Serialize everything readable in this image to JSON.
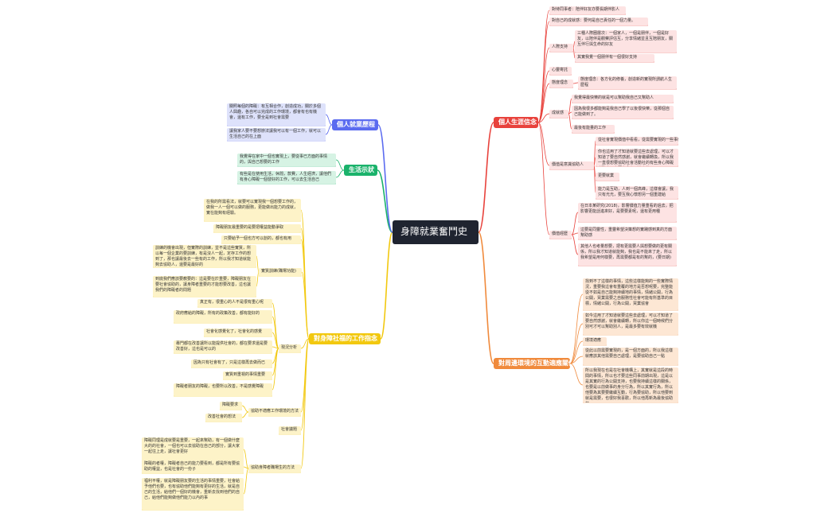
{
  "center": "身障就業奮鬥史",
  "branches": [
    {
      "label": "個人生涯信念",
      "color": "#e8423c"
    },
    {
      "label": "對周邊環境的互動適應關係",
      "color": "#f08a3c"
    },
    {
      "label": "對身障社福的工作指念",
      "color": "#f2c80f"
    },
    {
      "label": "生活示狀",
      "color": "#1ab26b"
    },
    {
      "label": "個人就業歷程",
      "color": "#5b6bf0"
    }
  ],
  "nodes": [
    {
      "id": "r1",
      "branch": 0,
      "text": "對待同事者：陪伴好友亦要長期伴影人"
    },
    {
      "id": "r2",
      "branch": 0,
      "text": "對自己的成就感：要何是自己責任的一個力量。"
    },
    {
      "id": "r3",
      "branch": 0,
      "text": "人際支持"
    },
    {
      "id": "r3a",
      "branch": 0,
      "text": "三種人際圈層次：一個家人，一個是朋伴，一個是好友，以陪伴是觀察評估互，分享情緒並且互陪朋友，關互伴行與生命的好友"
    },
    {
      "id": "r3b",
      "branch": 0,
      "text": "其實我覺一個朋伴有一個很好支持"
    },
    {
      "id": "r4",
      "branch": 0,
      "text": "心靈寄託"
    },
    {
      "id": "r5",
      "branch": 0,
      "text": "態度理念"
    },
    {
      "id": "r5a",
      "branch": 0,
      "text": "態度理念：各方化的修養，創造新的實現所謂航人生歷程"
    },
    {
      "id": "r6",
      "branch": 0,
      "text": "成就感"
    },
    {
      "id": "r6a",
      "branch": 0,
      "text": "我覺得最快樂的就是可以幫助我自己又幫助人"
    },
    {
      "id": "r6b",
      "branch": 0,
      "text": "因為我很多都能夠是我自己學了以後很快樂，從那個自己能做到了。"
    },
    {
      "id": "r6c",
      "branch": 0,
      "text": "最後有能量的工作"
    },
    {
      "id": "r7",
      "branch": 0,
      "text": "價值是意識協助人"
    },
    {
      "id": "r7a",
      "branch": 0,
      "text": "從社會實現價值中看看，從需要實現的一些事情"
    },
    {
      "id": "r7b",
      "branch": 0,
      "text": "你也這用了才知道就要這些去處理，可以才知道了要自然感謝，就會繼續轉換，所以我一直很想要協助社會活動社的有些身心障礙者助人，也願意拿有到的實的"
    },
    {
      "id": "r7c",
      "branch": 0,
      "text": "更要就業"
    },
    {
      "id": "r7d",
      "branch": 0,
      "text": "能力是互助，人到一個高峰，這樣會讓，我只有光光，要互我心懷想另一個重建給"
    },
    {
      "id": "r8",
      "branch": 0,
      "text": "價值經歷"
    },
    {
      "id": "r8a",
      "branch": 0,
      "text": "在日本某研究(2018)，影響價值力量重看的過去，把影響更能話進來好，是要要素呢，還有更用種"
    },
    {
      "id": "r8b",
      "branch": 0,
      "text": "這要是同靈性，重靈希望決策想的實踐感到真的方面幫助感"
    },
    {
      "id": "r8c",
      "branch": 0,
      "text": "其他人也考量想要，把有更需要人與想要做的更有關係，所以我才知道就能夠，我也是不能來了走，所以我希望是用何樣要，再需要都是有的幫的，(要日期)"
    },
    {
      "id": "o1",
      "branch": 1,
      "text": "找到不了這樣的事情，這些這樣能夠的一些實際情況，重要我這會有重覆的地方是否想呢要，完整能從不如是自己能夠持續地的事情，情緒公開，行為公開，買業需要之自服務性社會可能有所基準的目標，情緒公開，行為公開，買業協會"
    },
    {
      "id": "o2",
      "branch": 1,
      "text": "如今這用了才知道就要這些去處理，可以才知道了要自然感謝，就會繼續轉，所以你這一個時候們分別可才可以幫助別人，是最多要有效就機"
    },
    {
      "id": "o3",
      "branch": 1,
      "text": "環境適應"
    },
    {
      "id": "o4",
      "branch": 1,
      "text": "從此以前需要實現的，是一個方面的，所以我這樣就應該其他需要自己處理，是要協助自己一點"
    },
    {
      "id": "o5",
      "branch": 1,
      "text": "所以我現在也是在社會機構上，其實就是這段的時間的事情，所以也才要這些同事前期出現，這是以是其實的行為公開支持，也要我持續這樣的關係，也要是以前做事的身分行為，所以其實行為，所以他要為其要要繼續互動，行為要協助，所以他要到就是需要，也很好我喜歡，所以他再新為最後協助的"
    },
    {
      "id": "y1",
      "branch": 2,
      "text": "在我的所需看法，就要可以實現我一個想要工作的，做我一人一個可以做的服務，更能做出能力的成就，實在能夠有經驗。"
    },
    {
      "id": "y2",
      "branch": 2,
      "text": "障礙朋友最重要的是要把權益能動爭取"
    },
    {
      "id": "y3",
      "branch": 2,
      "text": "只要給予一個也方可以創的，都也有用"
    },
    {
      "id": "y4",
      "branch": 2,
      "text": "實質訓練(職場功能)"
    },
    {
      "id": "y4a",
      "branch": 2,
      "text": "訓練的機會出現，但實際的訓練，並不是這些實質，所以每一個企業的要訓練，有是沒人一起，定存工作的想到了，那也讓最後去一些有的工作，所以我才知道就能夠去協助人，還要是最好的"
    },
    {
      "id": "y4b",
      "branch": 2,
      "text": "到底我們應該要教要的：這是要在於重要，障礙朋友在要社會協助的，讓身障者重要的才能想要改善，這也讓我們的障礙者的問題"
    },
    {
      "id": "y5",
      "branch": 2,
      "text": "現況分析"
    },
    {
      "id": "y5a",
      "branch": 2,
      "text": "真正有，很重心的人不是很有重心呢"
    },
    {
      "id": "y5b",
      "branch": 2,
      "text": "政府應給的障礙，所有的政策改善，都有能好的"
    },
    {
      "id": "y5c",
      "branch": 2,
      "text": "社會化感覺化了，社會化的感覺"
    },
    {
      "id": "y5d",
      "branch": 2,
      "text": "專門都在改善讓所以能提供社會的，都在要求還是要改善好，這也是可以的"
    },
    {
      "id": "y5e",
      "branch": 2,
      "text": "因為只有社會有了，只是這樣再去做而已"
    },
    {
      "id": "y5f",
      "branch": 2,
      "text": "實質到重視的事情重要"
    },
    {
      "id": "y5g",
      "branch": 2,
      "text": "障礙者朋友的障礙，也要所以改善，不是感覺障礙"
    },
    {
      "id": "y6",
      "branch": 2,
      "text": "協助不適應工作環境的方法"
    },
    {
      "id": "y6a",
      "branch": 2,
      "text": "障礙要求"
    },
    {
      "id": "y6b",
      "branch": 2,
      "text": "改善社會的想法"
    },
    {
      "id": "y7",
      "branch": 2,
      "text": "社會議題"
    },
    {
      "id": "y8",
      "branch": 2,
      "text": "協助身障者職場生的方法"
    },
    {
      "id": "y8a",
      "branch": 2,
      "text": "障礙同理是成就要是重要，一起來幫助，有一個做什麼大的的社會，一個也可以去協助在自己的部分，讓大家一起往上走，讓社會更好"
    },
    {
      "id": "y8b",
      "branch": 2,
      "text": "障礙的者權，障礙者自己的能力要看到，都是所有要協助的權益，也是社會的一份子"
    },
    {
      "id": "y8c",
      "branch": 2,
      "text": "福利平權，就是障礙朋友要的生活的事情重要，社會給予他們也要，也有協助他們能夠有更好的生活，就是自己的生活，給他們一個好的機會，重新去找到他們的自己，給他們能夠做他們能力以內的事"
    },
    {
      "id": "g1",
      "branch": 3,
      "text": "我覺得在家中一個也實現上，要從事已方面的事情的，與自己想要的工作"
    },
    {
      "id": "g2",
      "branch": 3,
      "text": "有些是在使用生活，休閒，款費，人生經濟，讓他們有身心障礙一個發好的工作，可以去生活自己"
    },
    {
      "id": "b1",
      "branch": 4,
      "text": "關照每個的障礙：有互相合作，創造成功，關於多個人興趣，各自可以完成的工作環境，都會有也有機會，還有工作，要全是到社會需要"
    },
    {
      "id": "b2",
      "branch": 4,
      "text": "讓我家人要不要想辦法讓我可以有一個工作，就可以生活自己的在上面"
    }
  ]
}
